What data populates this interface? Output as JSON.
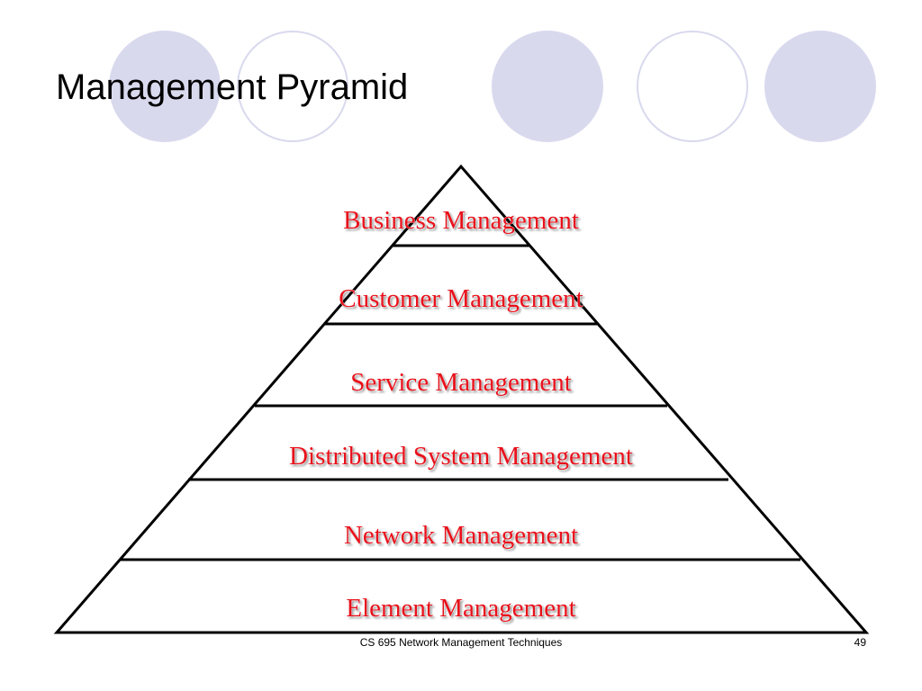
{
  "slide": {
    "title": "Management Pyramid",
    "footer_text": "CS 695 Network Management Techniques",
    "page_number": "49"
  },
  "pyramid": {
    "levels": [
      "Business Management",
      "Customer Management",
      "Service Management",
      "Distributed System Management",
      "Network Management",
      "Element Management"
    ]
  },
  "colors": {
    "circle_fill": "#d9d9ee",
    "label_text": "#e8101a",
    "lines": "#000000"
  }
}
